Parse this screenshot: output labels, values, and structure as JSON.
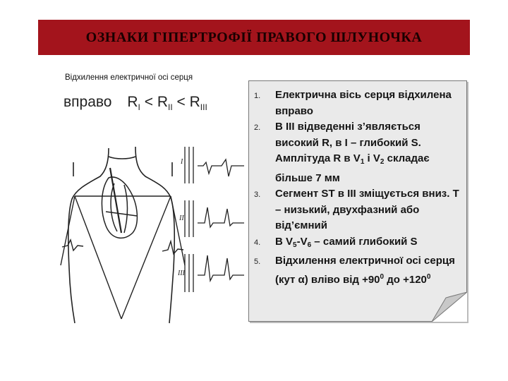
{
  "slide": {
    "title": "ОЗНАКИ ГІПЕРТРОФІЇ ПРАВОГО ШЛУНОЧКА",
    "subtitle": "Відхилення електричної осі серця",
    "axis_direction": "вправо",
    "amplitude_relation": {
      "r": "R",
      "lead1": "I",
      "lead2": "II",
      "lead3": "III",
      "op": "<"
    }
  },
  "figure": {
    "lead_labels": [
      "I",
      "II",
      "III"
    ]
  },
  "criteria": [
    {
      "num": "1.",
      "text": "Електрична вісь серця відхилена вправо"
    },
    {
      "num": "2.",
      "parts": {
        "a": "В ІІІ відведенні з’являється високий R, в І – глибокий S. Амплітуда R в V",
        "s1": "1",
        "b": " і V",
        "s2": "2",
        "c": " складає більше 7 мм"
      }
    },
    {
      "num": "3.",
      "text": "Сегмент ST в ІІІ зміщується вниз. Т – низький, двухфазний або від’ємний"
    },
    {
      "num": "4.",
      "parts": {
        "a": "В V",
        "s1": "5",
        "b": "-V",
        "s2": "6",
        "c": " – самий глибокий S"
      }
    },
    {
      "num": "5.",
      "parts": {
        "a": "Відхилення електричної осі серця (кут α) вліво від +90",
        "s1": "0",
        "b": " до +120",
        "s2": "0"
      }
    }
  ],
  "colors": {
    "title_bar": "#a3141c",
    "card_bg": "#eaeaea"
  }
}
